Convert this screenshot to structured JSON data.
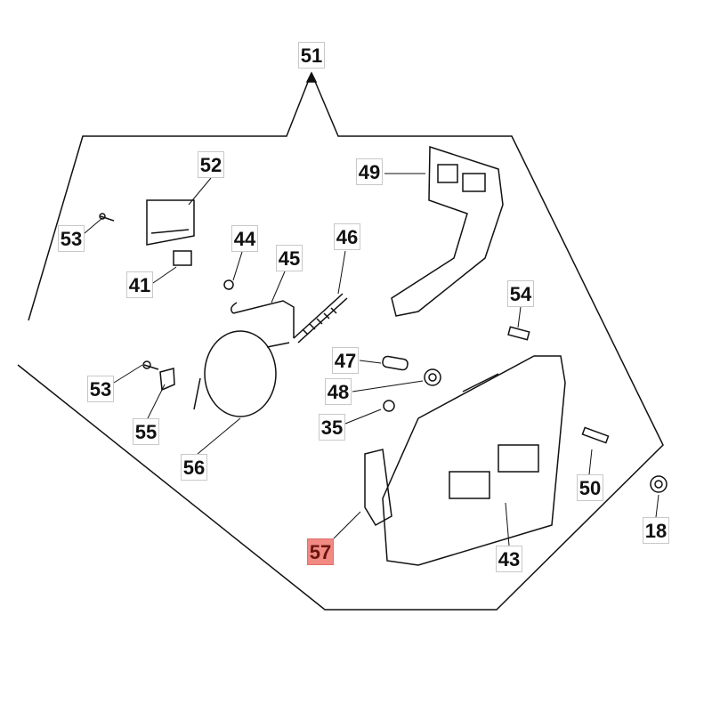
{
  "diagram": {
    "callouts": [
      {
        "id": "51",
        "highlight": false
      },
      {
        "id": "52",
        "highlight": false
      },
      {
        "id": "49",
        "highlight": false
      },
      {
        "id": "53",
        "highlight": false
      },
      {
        "id": "44",
        "highlight": false
      },
      {
        "id": "46",
        "highlight": false
      },
      {
        "id": "45",
        "highlight": false
      },
      {
        "id": "41",
        "highlight": false
      },
      {
        "id": "54",
        "highlight": false
      },
      {
        "id": "47",
        "highlight": false
      },
      {
        "id": "53",
        "highlight": false
      },
      {
        "id": "48",
        "highlight": false
      },
      {
        "id": "55",
        "highlight": false
      },
      {
        "id": "35",
        "highlight": false
      },
      {
        "id": "56",
        "highlight": false
      },
      {
        "id": "50",
        "highlight": false
      },
      {
        "id": "18",
        "highlight": false
      },
      {
        "id": "57",
        "highlight": true
      },
      {
        "id": "43",
        "highlight": false
      }
    ],
    "highlight_color": "#f08a82"
  }
}
